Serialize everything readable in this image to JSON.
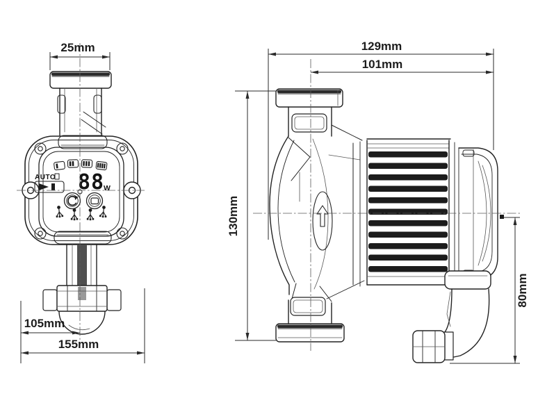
{
  "drawing": {
    "background": "#ffffff",
    "ink": "#1f1f1f",
    "shade_dark": "#4f4f4f",
    "shade_light": "#9a9a9a",
    "front_view": {
      "dim_port": "25mm",
      "dim_inner": "105mm",
      "dim_overall": "155mm",
      "display": {
        "auto": "AUTO",
        "power": "88",
        "unit": "W"
      }
    },
    "side_view": {
      "dim_overall_length": "129mm",
      "dim_axis_length": "101mm",
      "dim_height": "130mm",
      "dim_depth": "80mm"
    }
  }
}
